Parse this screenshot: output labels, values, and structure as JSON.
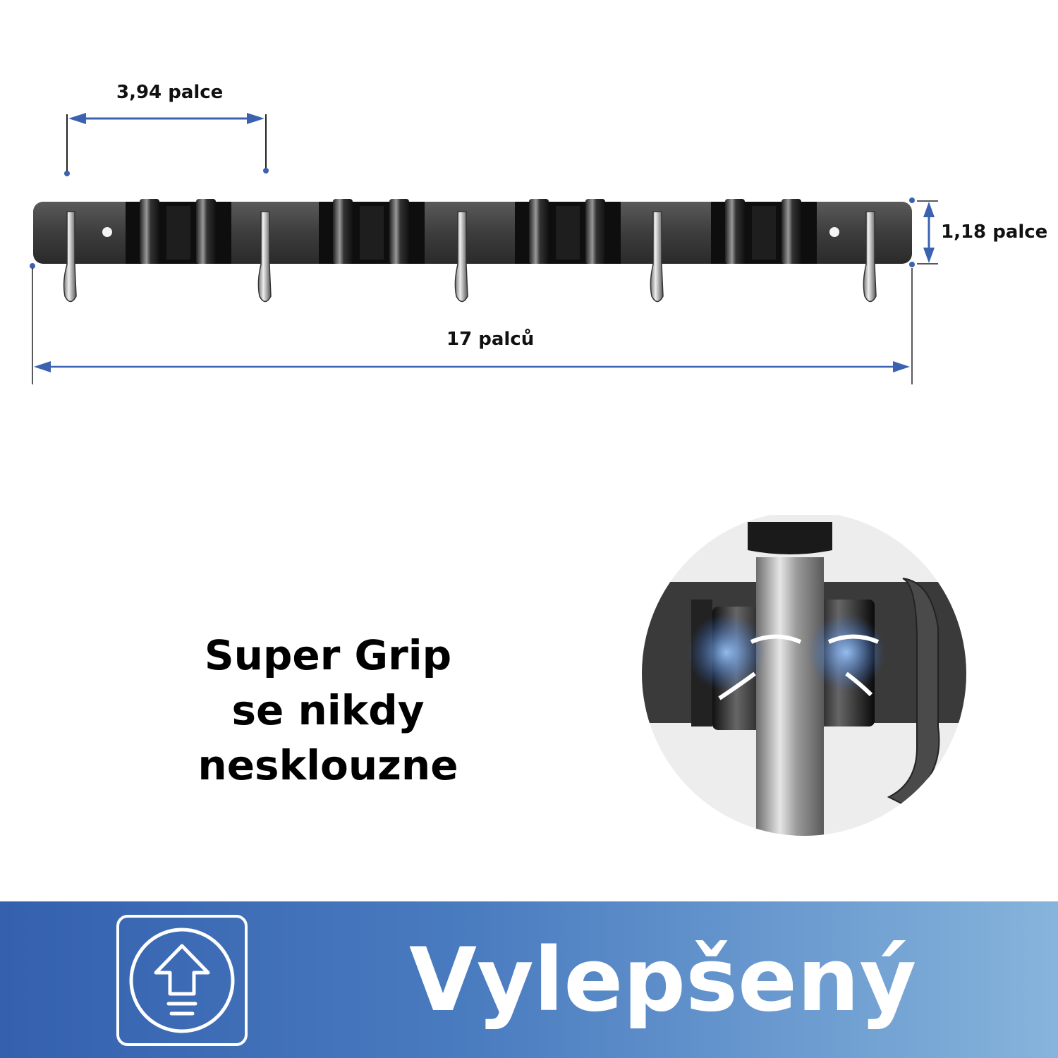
{
  "dimensions": {
    "hook_spacing": "3,94 palce",
    "height": "1,18 palce",
    "length": "17 palců"
  },
  "tagline": {
    "line1": "Super Grip",
    "line2": "se nikdy",
    "line3": "nesklouzne"
  },
  "banner": {
    "title": "Vylepšený",
    "icon": "upgrade-arrow-icon"
  },
  "colors": {
    "dimension_line": "#3b62b0",
    "rack": "#4a4a4a",
    "banner_start": "#3460ae",
    "banner_end": "#86b4dc"
  }
}
